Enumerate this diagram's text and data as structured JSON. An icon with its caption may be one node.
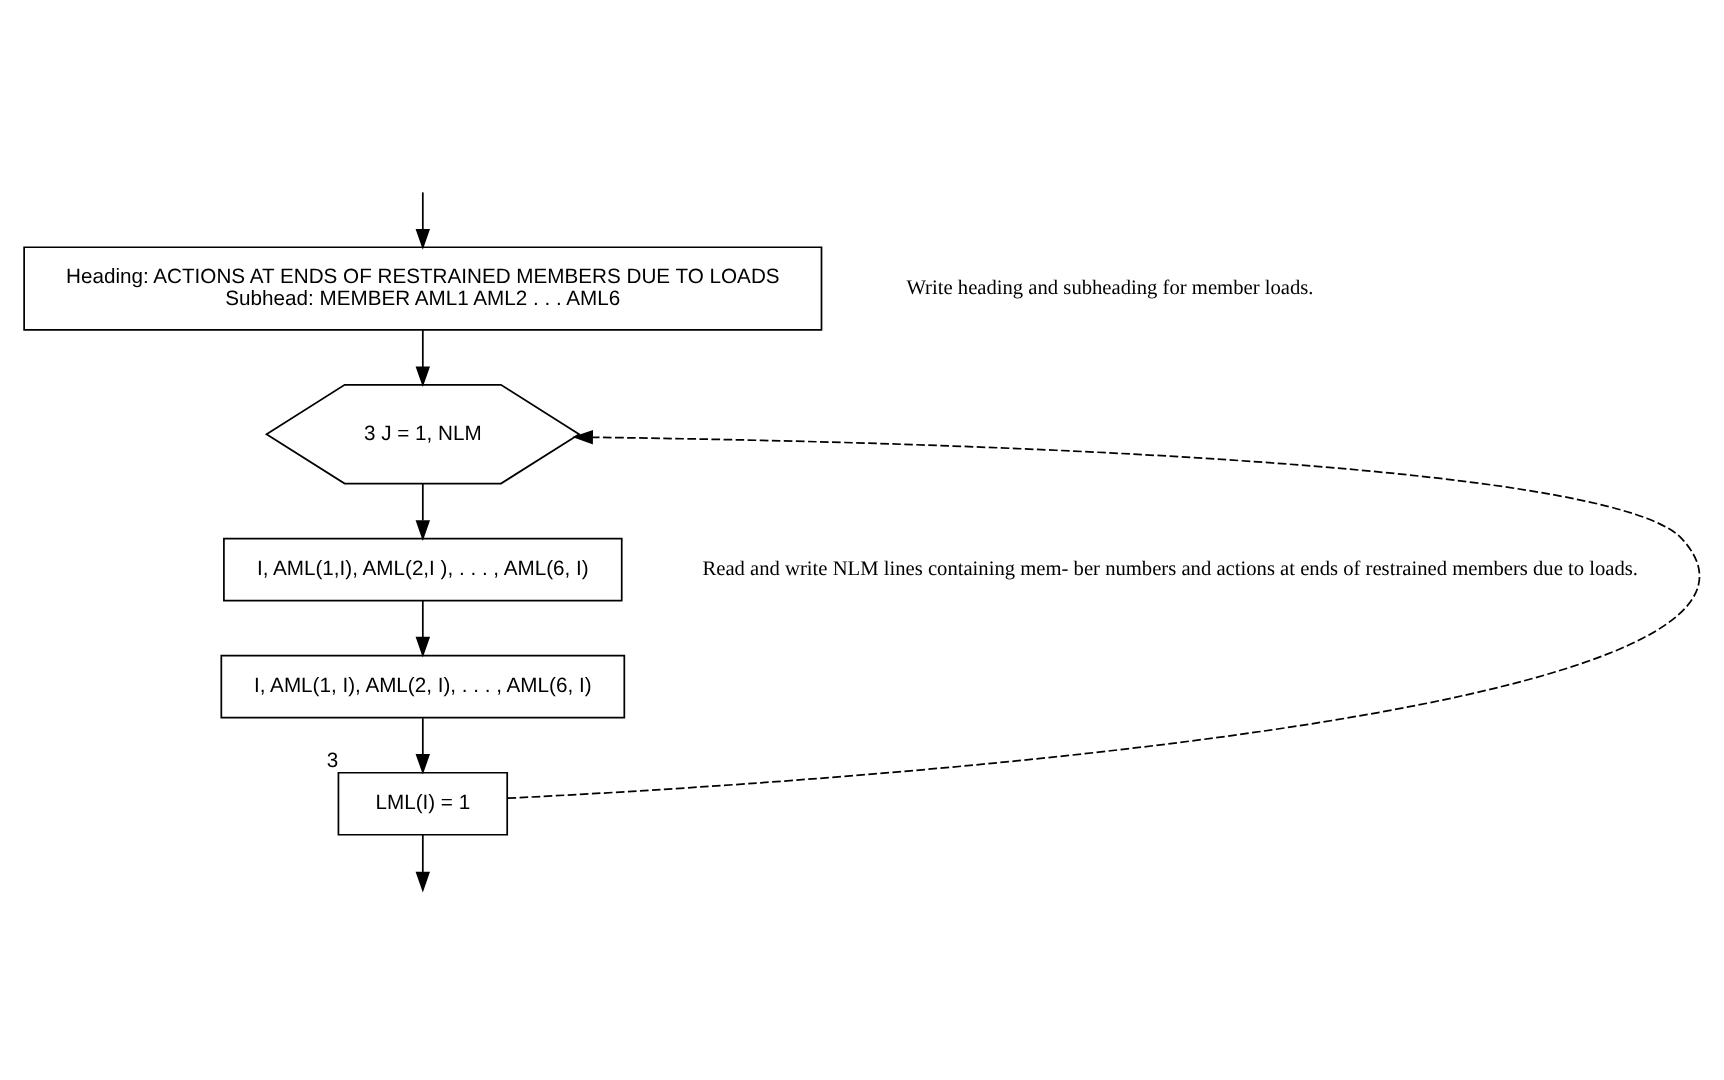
{
  "diagram": {
    "nodes": [
      {
        "text": [
          "Heading: ACTIONS AT ENDS OF RESTRAINED MEMBERS DUE TO LOADS",
          "Subhead: MEMBER AML1 AML2 . . . AML6"
        ]
      },
      {
        "text": [
          "3 J = 1, NLM"
        ]
      },
      {
        "text": [
          "I, AML(1,I), AML(2,I ), . . . , AML(6, I)"
        ]
      },
      {
        "text": [
          "I, AML(1, I), AML(2, I), . . . , AML(6, I)"
        ]
      },
      {
        "text": [
          "LML(I) = 1"
        ],
        "beside": [
          "3"
        ]
      }
    ],
    "edges": [
      {
        "from": null,
        "to": 0,
        "arrow": "to"
      },
      {
        "from": 0,
        "to": 1,
        "arrow": "to"
      },
      {
        "from": 1,
        "to": 2,
        "arrow": "to"
      },
      {
        "from": 2,
        "to": 3,
        "arrow": "to"
      },
      {
        "from": 3,
        "to": 4,
        "arrow": "to"
      },
      {
        "from": 4,
        "to": 1,
        "arrow": "to",
        "style": "dashed"
      },
      {
        "from": 4,
        "to": null,
        "arrow": "to"
      }
    ],
    "labels": [
      "Write heading and subheading for member loads.",
      "Read and write NLM lines containing mem- ber numbers and actions at ends of restrained members due to loads."
    ]
  }
}
